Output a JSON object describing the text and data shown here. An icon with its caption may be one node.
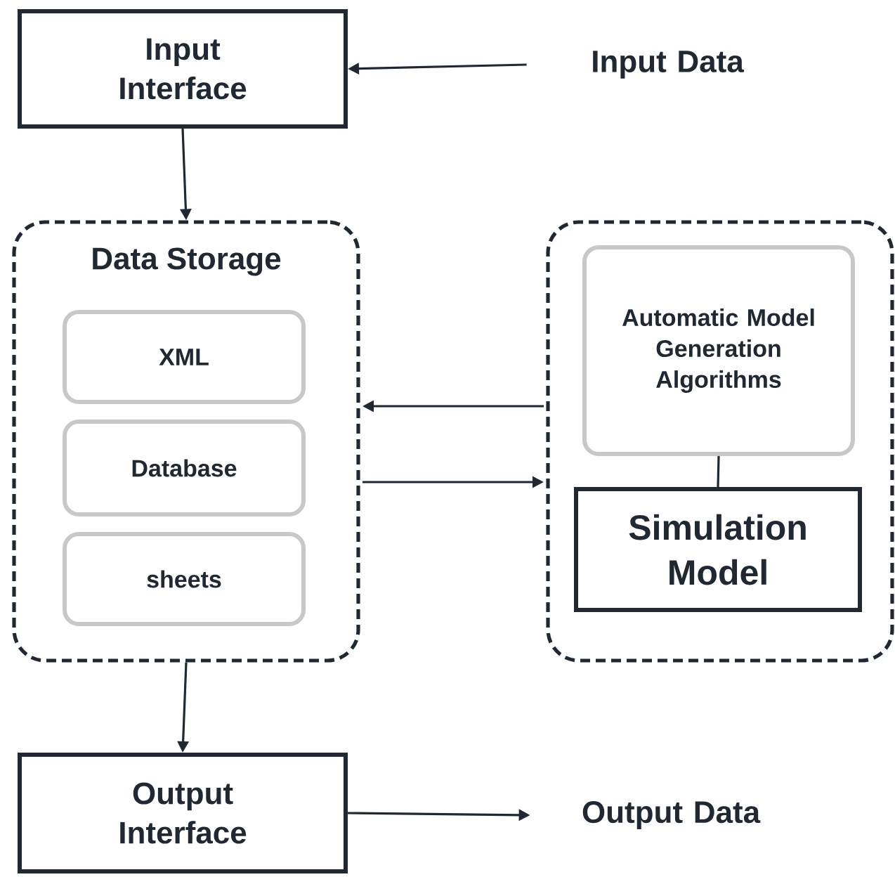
{
  "diagram": {
    "nodes": [
      {
        "text": [
          "Input Interface"
        ]
      },
      {
        "text": [
          "Input Data"
        ]
      },
      {
        "text": [
          "Data Storage"
        ]
      },
      {
        "text": [
          "XML"
        ],
        "in": 2
      },
      {
        "text": [
          "Database"
        ],
        "in": 2
      },
      {
        "text": [
          "sheets"
        ],
        "in": 2
      },
      {
        "text": [],
        "shape": "box"
      },
      {
        "text": [
          "Automatic Model Generation Algorithms"
        ],
        "in": 6
      },
      {
        "text": [
          "Simulation Model"
        ],
        "in": 6
      },
      {
        "text": [
          "Output Interface"
        ]
      },
      {
        "text": [
          "Output Data"
        ]
      }
    ],
    "edges": [
      {
        "from": 1,
        "to": 0,
        "arrow": "to"
      },
      {
        "from": 0,
        "to": 2,
        "arrow": "to"
      },
      {
        "from": 6,
        "to": 2,
        "arrow": "to"
      },
      {
        "from": 2,
        "to": 6,
        "arrow": "to"
      },
      {
        "from": 7,
        "to": 8,
        "arrow": "none"
      },
      {
        "from": 2,
        "to": 9,
        "arrow": "to"
      },
      {
        "from": 9,
        "to": 10,
        "arrow": "to"
      }
    ]
  }
}
